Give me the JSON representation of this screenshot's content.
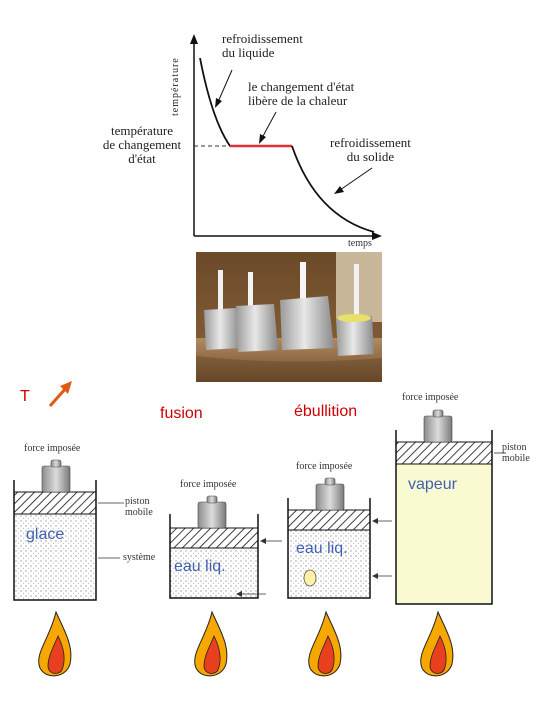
{
  "curve": {
    "y_axis_label": "température",
    "x_axis_label": "temps",
    "plateau_label_line1": "température",
    "plateau_label_line2": "de changement",
    "plateau_label_line3": "d'état",
    "annot_liquid_line1": "refroidissement",
    "annot_liquid_line2": "du liquide",
    "annot_heat_line1": "le changement d'état",
    "annot_heat_line2": "libère de la chaleur",
    "annot_solid_line1": "refroidissement",
    "annot_solid_line2": "du solide",
    "plateau_color": "#e03030"
  },
  "states": {
    "T_label": "T",
    "arrow_color": "#e05a10",
    "fusion_label": "fusion",
    "ebullition_label": "ébullition",
    "label_color": "#cc0000",
    "force_label": "force imposée",
    "piston_label_line1": "piston",
    "piston_label_line2": "mobile",
    "systeme_label": "système",
    "glace_label": "glace",
    "eau_liq_label": "eau liq.",
    "vapeur_label": "vapeur",
    "water_text_color": "#4060b0",
    "vapor_fill": "#fafad2"
  }
}
